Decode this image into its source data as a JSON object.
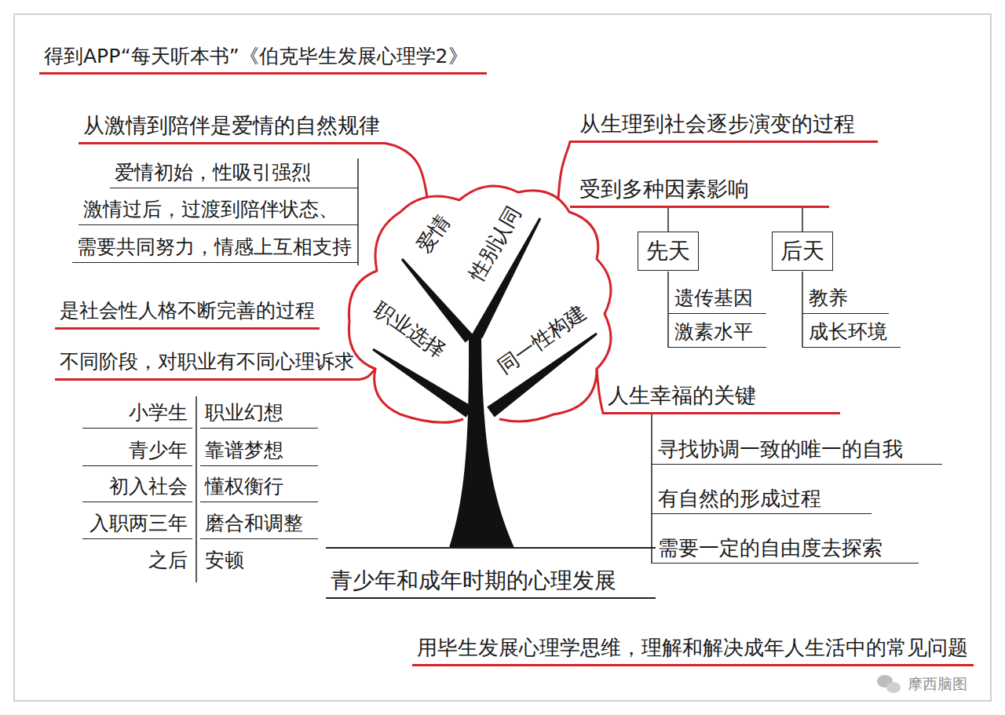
{
  "diagram": {
    "title": "得到APP“每天听本书”《伯克毕生发展心理学2》",
    "caption": "用毕生发展心理学思维，理解和解决成年人生活中的常见问题",
    "nodes": [
      {
        "text": [
          "爱情",
          "性别认同",
          "职业选择",
          "同一性构建"
        ]
      },
      {
        "text": [
          "从激情到陪伴是爱情的自然规律"
        ]
      },
      {
        "text": [
          "是社会性人格不断完善的过程",
          "不同阶段，对职业有不同心理诉求"
        ]
      },
      {
        "text": [
          "从生理到社会逐步演变的过程",
          "受到多种因素影响"
        ]
      },
      {
        "text": [
          "人生幸福的关键"
        ]
      },
      {
        "text": [
          "先天"
        ]
      },
      {
        "text": [
          "后天"
        ]
      }
    ],
    "edges": [
      {
        "from": 0,
        "to": 1,
        "arrow": "none"
      },
      {
        "from": 0,
        "to": 2,
        "arrow": "none"
      },
      {
        "from": 0,
        "to": 3,
        "arrow": "none"
      },
      {
        "from": 0,
        "to": 4,
        "arrow": "none"
      },
      {
        "from": 3,
        "to": 5,
        "arrow": "none"
      },
      {
        "from": 3,
        "to": 6,
        "arrow": "none"
      }
    ],
    "labels": [
      "爱情初始，性吸引强烈",
      "激情过后，过渡到陪伴状态、",
      "需要共同努力，情感上互相支持",
      "小学生",
      "职业幻想",
      "青少年",
      "靠谱梦想",
      "初入社会",
      "懂权衡行",
      "入职两三年",
      "磨合和调整",
      "之后",
      "安顿",
      "遗传基因",
      "激素水平",
      "教养",
      "成长环境",
      "寻找协调一致的唯一的自我",
      "有自然的形成过程",
      "需要一定的自由度去探索",
      "青少年和成年时期的心理发展",
      "摩西脑图"
    ]
  }
}
